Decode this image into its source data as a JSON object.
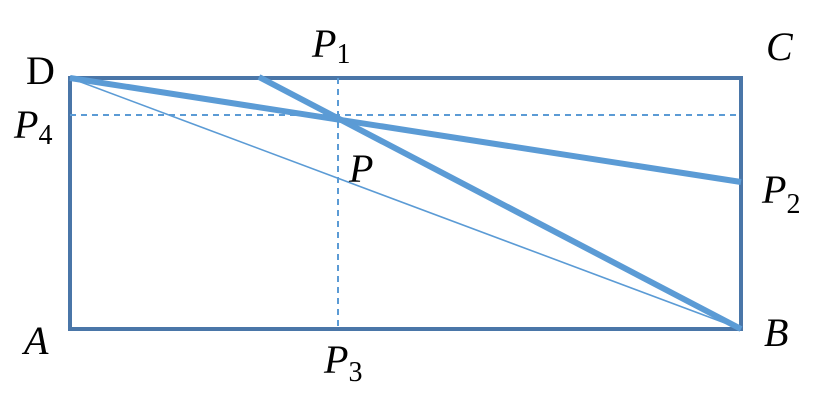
{
  "diagram": {
    "labels": {
      "D": "D",
      "C": "C",
      "A": "A",
      "B": "B",
      "P": "P",
      "P1_base": "P",
      "P1_sub": "1",
      "P2_base": "P",
      "P2_sub": "2",
      "P3_base": "P",
      "P3_sub": "3",
      "P4_base": "P",
      "P4_sub": "4"
    },
    "colors": {
      "rectangle": "#4a76a8",
      "thick_line": "#5b9bd5",
      "thin_line": "#5b9bd5",
      "dashed": "#5b9bd5",
      "text": "#000000"
    }
  }
}
